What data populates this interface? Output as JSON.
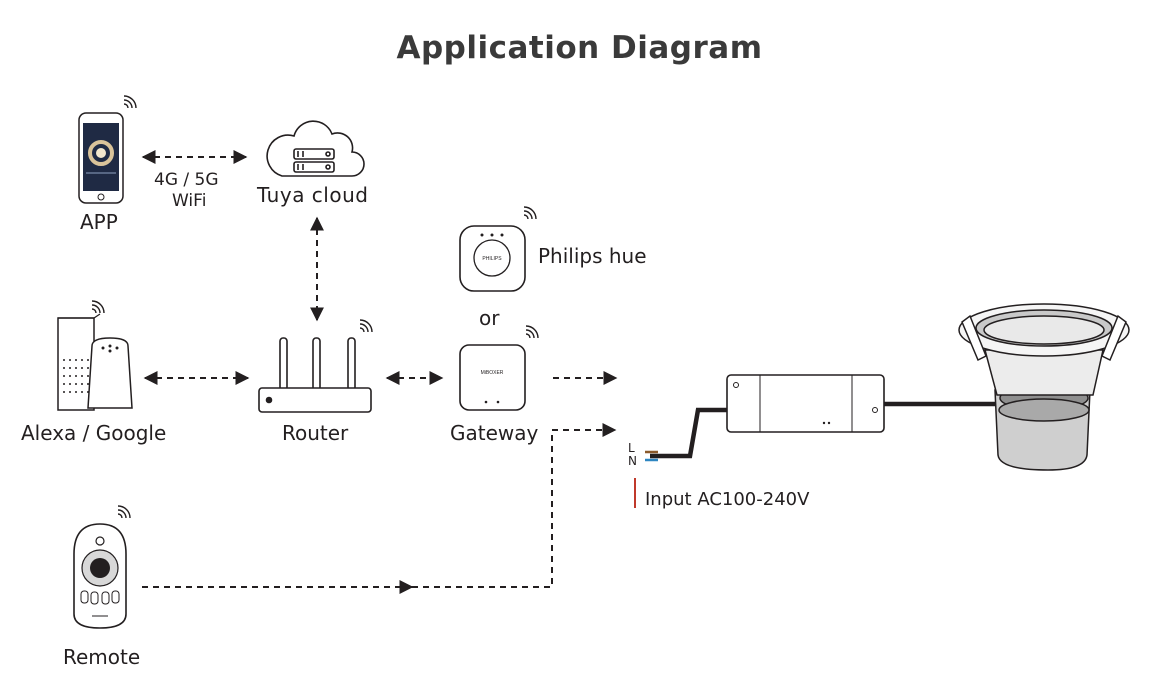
{
  "title": "Application Diagram",
  "nodes": {
    "app": "APP",
    "tuya_cloud": "Tuya  cloud",
    "philips_hue": "Philips hue",
    "or": "or",
    "alexa_google": "Alexa / Google",
    "router": "Router",
    "gateway": "Gateway",
    "remote": "Remote"
  },
  "connection": {
    "line1": "4G / 5G",
    "line2": "WiFi"
  },
  "driver": {
    "terminal_l": "L",
    "terminal_n": "N",
    "input_label": "Input AC100-240V"
  },
  "devices": {
    "hue_bridge_brand": "PHILIPS",
    "gateway_brand": "MiBOXER"
  },
  "colors": {
    "line": "#231f20",
    "wire_live": "#c0392b",
    "wire_neutral": "#2e86c1",
    "wire_brown": "#8b5a2b"
  }
}
